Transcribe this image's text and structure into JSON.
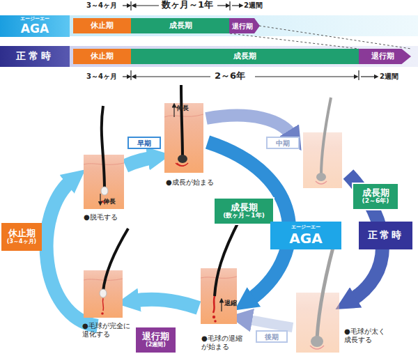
{
  "diagram": {
    "nodes": [
      {
        "text": [
          "エージーエー",
          "AGA"
        ]
      },
      {
        "text": [
          "休止期"
        ]
      },
      {
        "text": [
          "成長期"
        ]
      },
      {
        "text": [
          "退行期"
        ]
      },
      {
        "text": [
          "正常時"
        ]
      },
      {
        "text": [
          "休止期"
        ]
      },
      {
        "text": [
          "成長期"
        ]
      },
      {
        "text": [
          "退行期"
        ]
      },
      {
        "text": [
          "休止期",
          "(3～4ヶ月)"
        ]
      },
      {
        "text": [
          "早期"
        ]
      },
      {
        "text": [
          "中期"
        ]
      },
      {
        "text": [
          "後期"
        ]
      },
      {
        "text": [
          "成長期",
          "(数ヶ月～1年)"
        ]
      },
      {
        "text": [
          "成長期",
          "(2～6年)"
        ]
      },
      {
        "text": [
          "エージーエー",
          "AGA"
        ]
      },
      {
        "text": [
          "正常時"
        ]
      },
      {
        "text": [
          "退行期",
          "(2週間)"
        ]
      }
    ],
    "labels": [
      "3～4ヶ月",
      "数ヶ月～1年",
      "2週間",
      "3～4ヶ月",
      "2～6年",
      "2週間",
      "伸長",
      "●脱毛する",
      "伸長",
      "●成長が始まる",
      "●毛球が太く成長する",
      "退縮",
      "●毛球の退縮が始まる",
      "●毛球が完全に退化する"
    ]
  }
}
